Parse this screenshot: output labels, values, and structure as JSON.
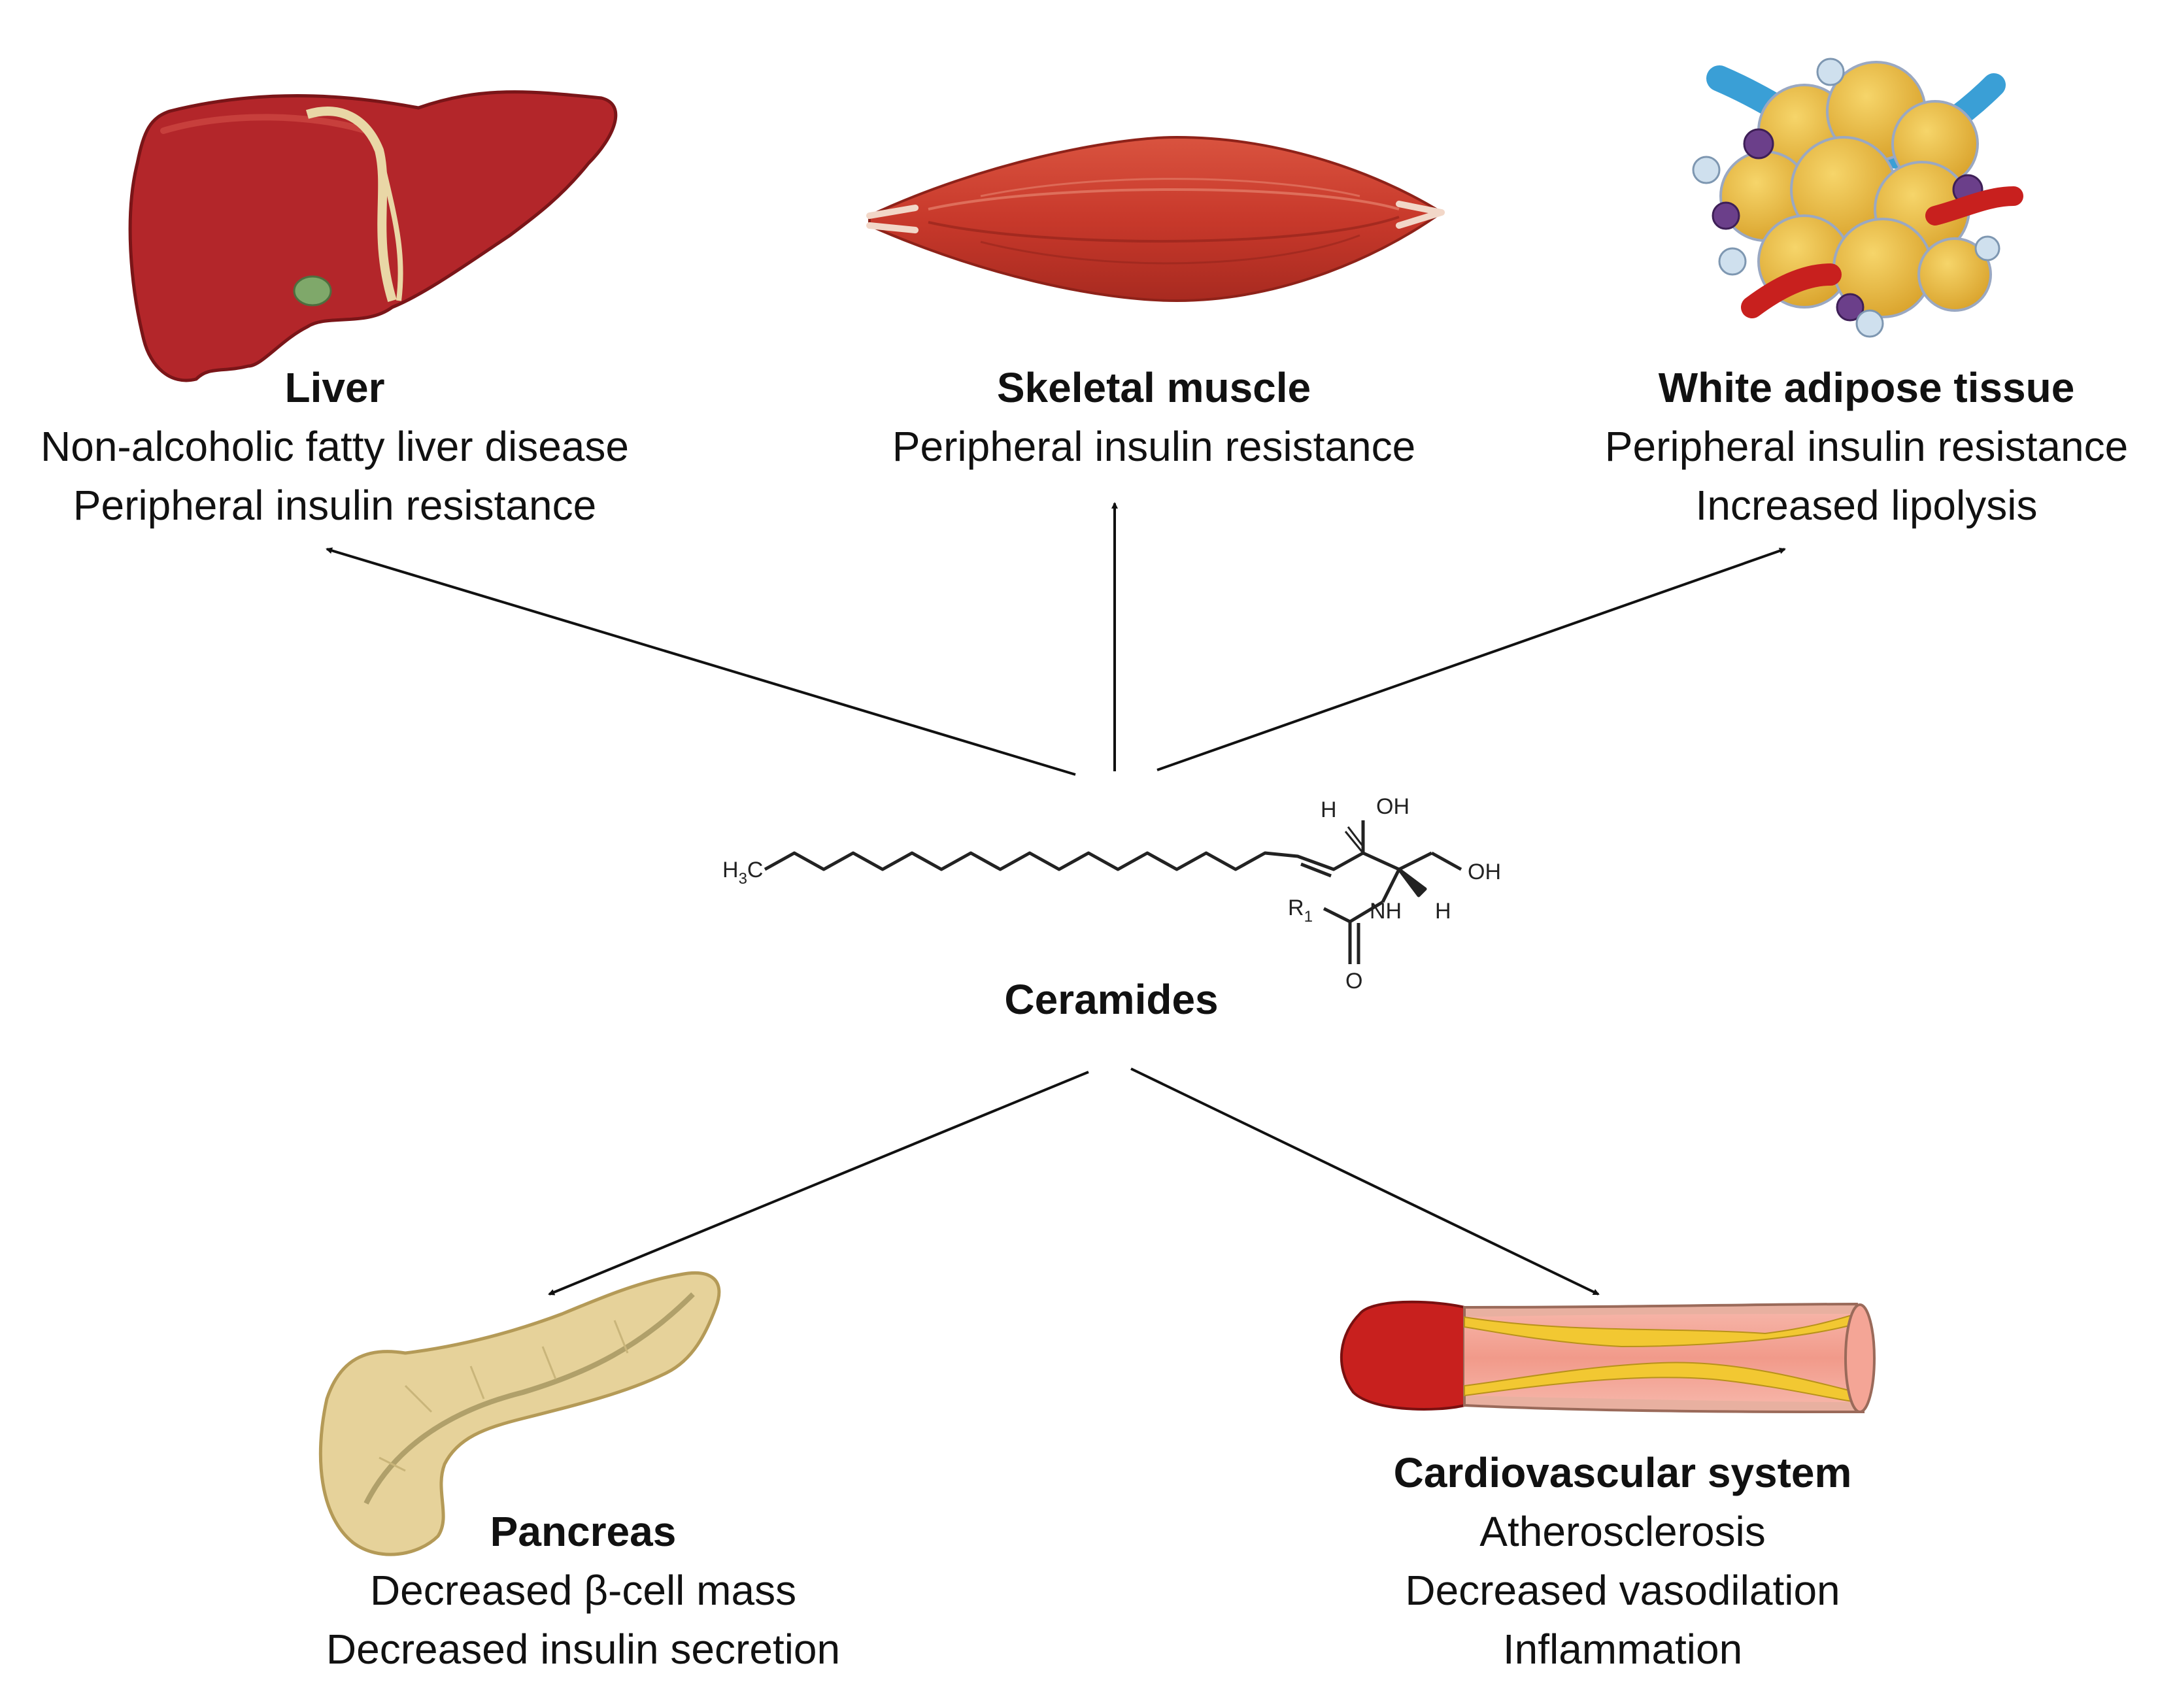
{
  "center": {
    "title": "Ceramides",
    "structure_labels": {
      "h3c": "H",
      "h3c_sub": "3",
      "h3c_c": "C",
      "oh_top": "OH",
      "h_top": "H",
      "oh_right": "OH",
      "nh": "NH",
      "h_bottom": "H",
      "r1": "R",
      "r1_sub": "1",
      "o": "O"
    }
  },
  "organs": {
    "liver": {
      "title": "Liver",
      "effects": [
        "Non-alcoholic fatty liver disease",
        "Peripheral insulin resistance"
      ]
    },
    "muscle": {
      "title": "Skeletal muscle",
      "effects": [
        "Peripheral insulin resistance"
      ]
    },
    "adipose": {
      "title": "White adipose tissue",
      "effects": [
        "Peripheral insulin resistance",
        "Increased lipolysis"
      ]
    },
    "pancreas": {
      "title": "Pancreas",
      "effects": [
        "Decreased β-cell mass",
        "Decreased insulin secretion"
      ]
    },
    "cardio": {
      "title": "Cardiovascular system",
      "effects": [
        "Atherosclerosis",
        "Decreased vasodilation",
        "Inflammation"
      ]
    }
  },
  "colors": {
    "liver": "#b3262a",
    "muscle": "#c8392b",
    "fat": "#e8b73a",
    "vessel_blue": "#3a9fd6",
    "vessel_red": "#c8201e",
    "pancreas": "#e6d29a",
    "arrow": "#111111"
  }
}
